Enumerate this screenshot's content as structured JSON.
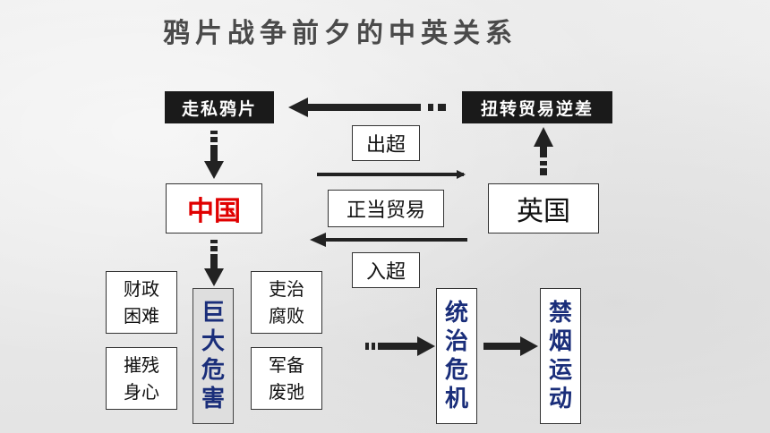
{
  "title": "鸦片战争前夕的中英关系",
  "nodes": {
    "smuggle": "走私鸦片",
    "reverse": "扭转贸易逆差",
    "china": "中国",
    "britain": "英国",
    "export": "出超",
    "legit_trade": "正当贸易",
    "import": "入超",
    "fiscal": [
      "财政",
      "困难"
    ],
    "health": [
      "摧残",
      "身心"
    ],
    "crisis": [
      "巨",
      "大",
      "危",
      "害"
    ],
    "officials": [
      "吏治",
      "腐败"
    ],
    "military": [
      "军备",
      "废弛"
    ],
    "rule_crisis": [
      "统",
      "治",
      "危",
      "机"
    ],
    "ban_opium": [
      "禁",
      "烟",
      "运",
      "动"
    ]
  },
  "colors": {
    "accent_red": "#e00000",
    "accent_blue": "#1a2e7a",
    "dark": "#1a1a1a"
  }
}
